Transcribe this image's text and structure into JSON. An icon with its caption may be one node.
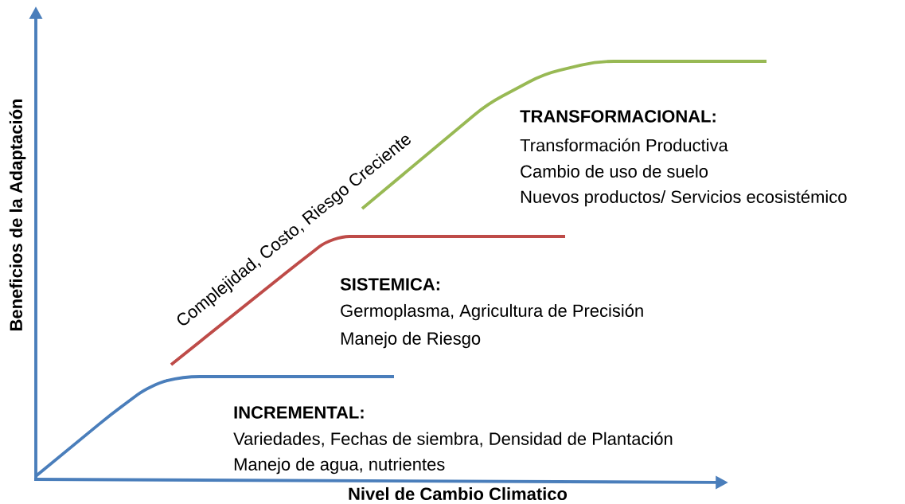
{
  "diagram": {
    "labels": [
      "Beneficios de la Adaptación",
      "Complejidad, Costo, Riesgo Creciente",
      "TRANSFORMACIONAL:",
      "Transformación Productiva",
      "Cambio de uso de suelo",
      "Nuevos productos/ Servicios ecosistémico",
      "SISTEMICA:",
      "Germoplasma, Agricultura de Precisión",
      "Manejo de Riesgo",
      "INCREMENTAL:",
      "Variedades, Fechas de siembra, Densidad de Plantación",
      "Manejo de agua, nutrientes",
      "Nivel de Cambio Climatico"
    ]
  }
}
